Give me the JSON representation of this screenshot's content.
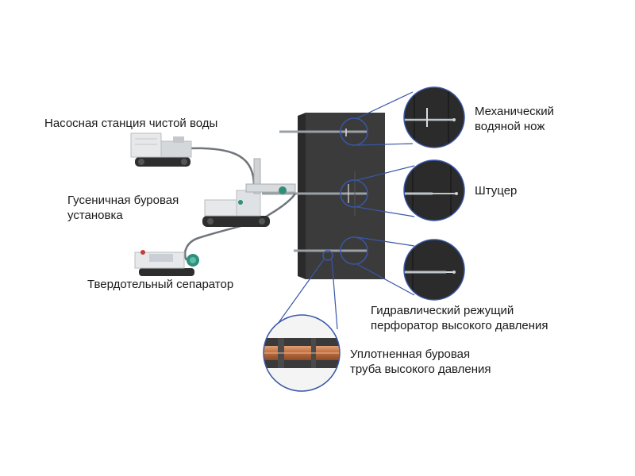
{
  "labels": {
    "pump_station": "Насосная станция чистой воды",
    "drill_rig": [
      "Гусеничная буровая",
      "установка"
    ],
    "separator": "Твердотельный сепаратор",
    "water_knife": [
      "Механический",
      "водяной нож"
    ],
    "fitting": "Штуцер",
    "perforator": [
      "Гидравлический режущий",
      "перфоратор высокого давления"
    ],
    "drill_pipe": [
      "Уплотненная буровая",
      "труба высокого давления"
    ]
  },
  "colors": {
    "callout_line": "#3a57a8",
    "coal_block": "#3b3b3b",
    "hose": "#6f757b",
    "machine_body": "#e6e8ea",
    "track": "#2e2e2e",
    "copper": "#c87a4a"
  }
}
